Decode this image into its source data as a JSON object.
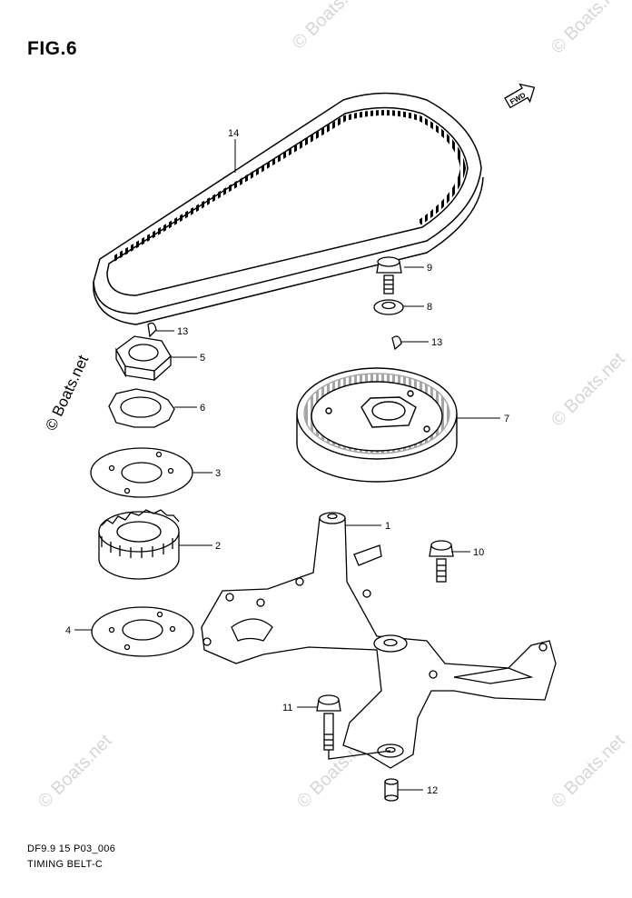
{
  "figure": {
    "title": "FIG.6",
    "footer_code": "DF9.9 15 P03_006",
    "footer_name": "TIMING BELT-C",
    "fwd_label": "FWD"
  },
  "watermark": "© Boats.net",
  "callouts": [
    {
      "id": "belt",
      "label": "14"
    },
    {
      "id": "bolt-top",
      "label": "9"
    },
    {
      "id": "washer",
      "label": "8"
    },
    {
      "id": "key-left",
      "label": "13"
    },
    {
      "id": "key-right",
      "label": "13"
    },
    {
      "id": "nut",
      "label": "5"
    },
    {
      "id": "lock-washer",
      "label": "6"
    },
    {
      "id": "driven-pulley",
      "label": "7"
    },
    {
      "id": "guide-plate-upper",
      "label": "3"
    },
    {
      "id": "driver-pulley",
      "label": "2"
    },
    {
      "id": "guide-plate-lower",
      "label": "4"
    },
    {
      "id": "bracket",
      "label": "1"
    },
    {
      "id": "bolt-bracket",
      "label": "10"
    },
    {
      "id": "bolt-lower",
      "label": "11"
    },
    {
      "id": "collar",
      "label": "12"
    }
  ],
  "colors": {
    "line": "#000000",
    "watermark": "#d6d6d6",
    "background": "#ffffff"
  }
}
